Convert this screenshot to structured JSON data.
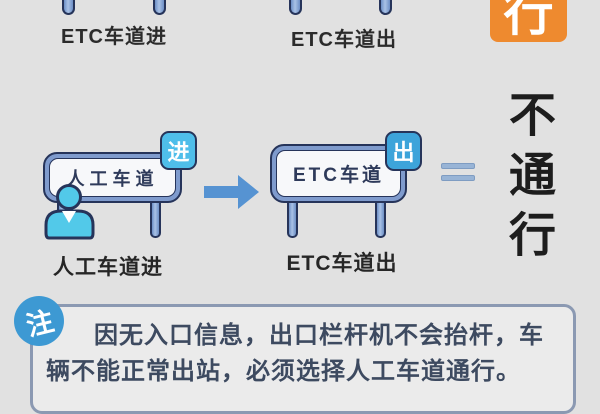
{
  "top": {
    "left_label": "ETC车道进",
    "right_label": "ETC车道出",
    "pass_badge_char": "行"
  },
  "flow": {
    "manual_sign_text": "人工车道",
    "manual_badge": "进",
    "manual_caption": "人工车道进",
    "etc_sign_text": "ETC车道",
    "etc_badge": "出",
    "etc_caption": "ETC车道出",
    "result_text": "不通行"
  },
  "note": {
    "badge_char": "注",
    "line1": "因无入口信息，出口栏杆机不会抬杆，车",
    "line2": "辆不能正常出站，必须选择人工车道通行。"
  },
  "colors": {
    "page_bg": "#e1e1e1",
    "outline_navy": "#26345a",
    "sign_band_blue": "#7f9bcd",
    "sign_face": "#f7f8fa",
    "badge_enter_blue": "#4fbeea",
    "badge_exit_blue": "#3da4da",
    "person_cyan": "#52c9e9",
    "arrow_blue": "#5693d2",
    "equals_blue": "#98b4d6",
    "pass_orange": "#ee8a2f",
    "note_border": "#8b99b2",
    "note_badge_blue": "#3d99d3",
    "note_text_color": "#3d4a60"
  }
}
